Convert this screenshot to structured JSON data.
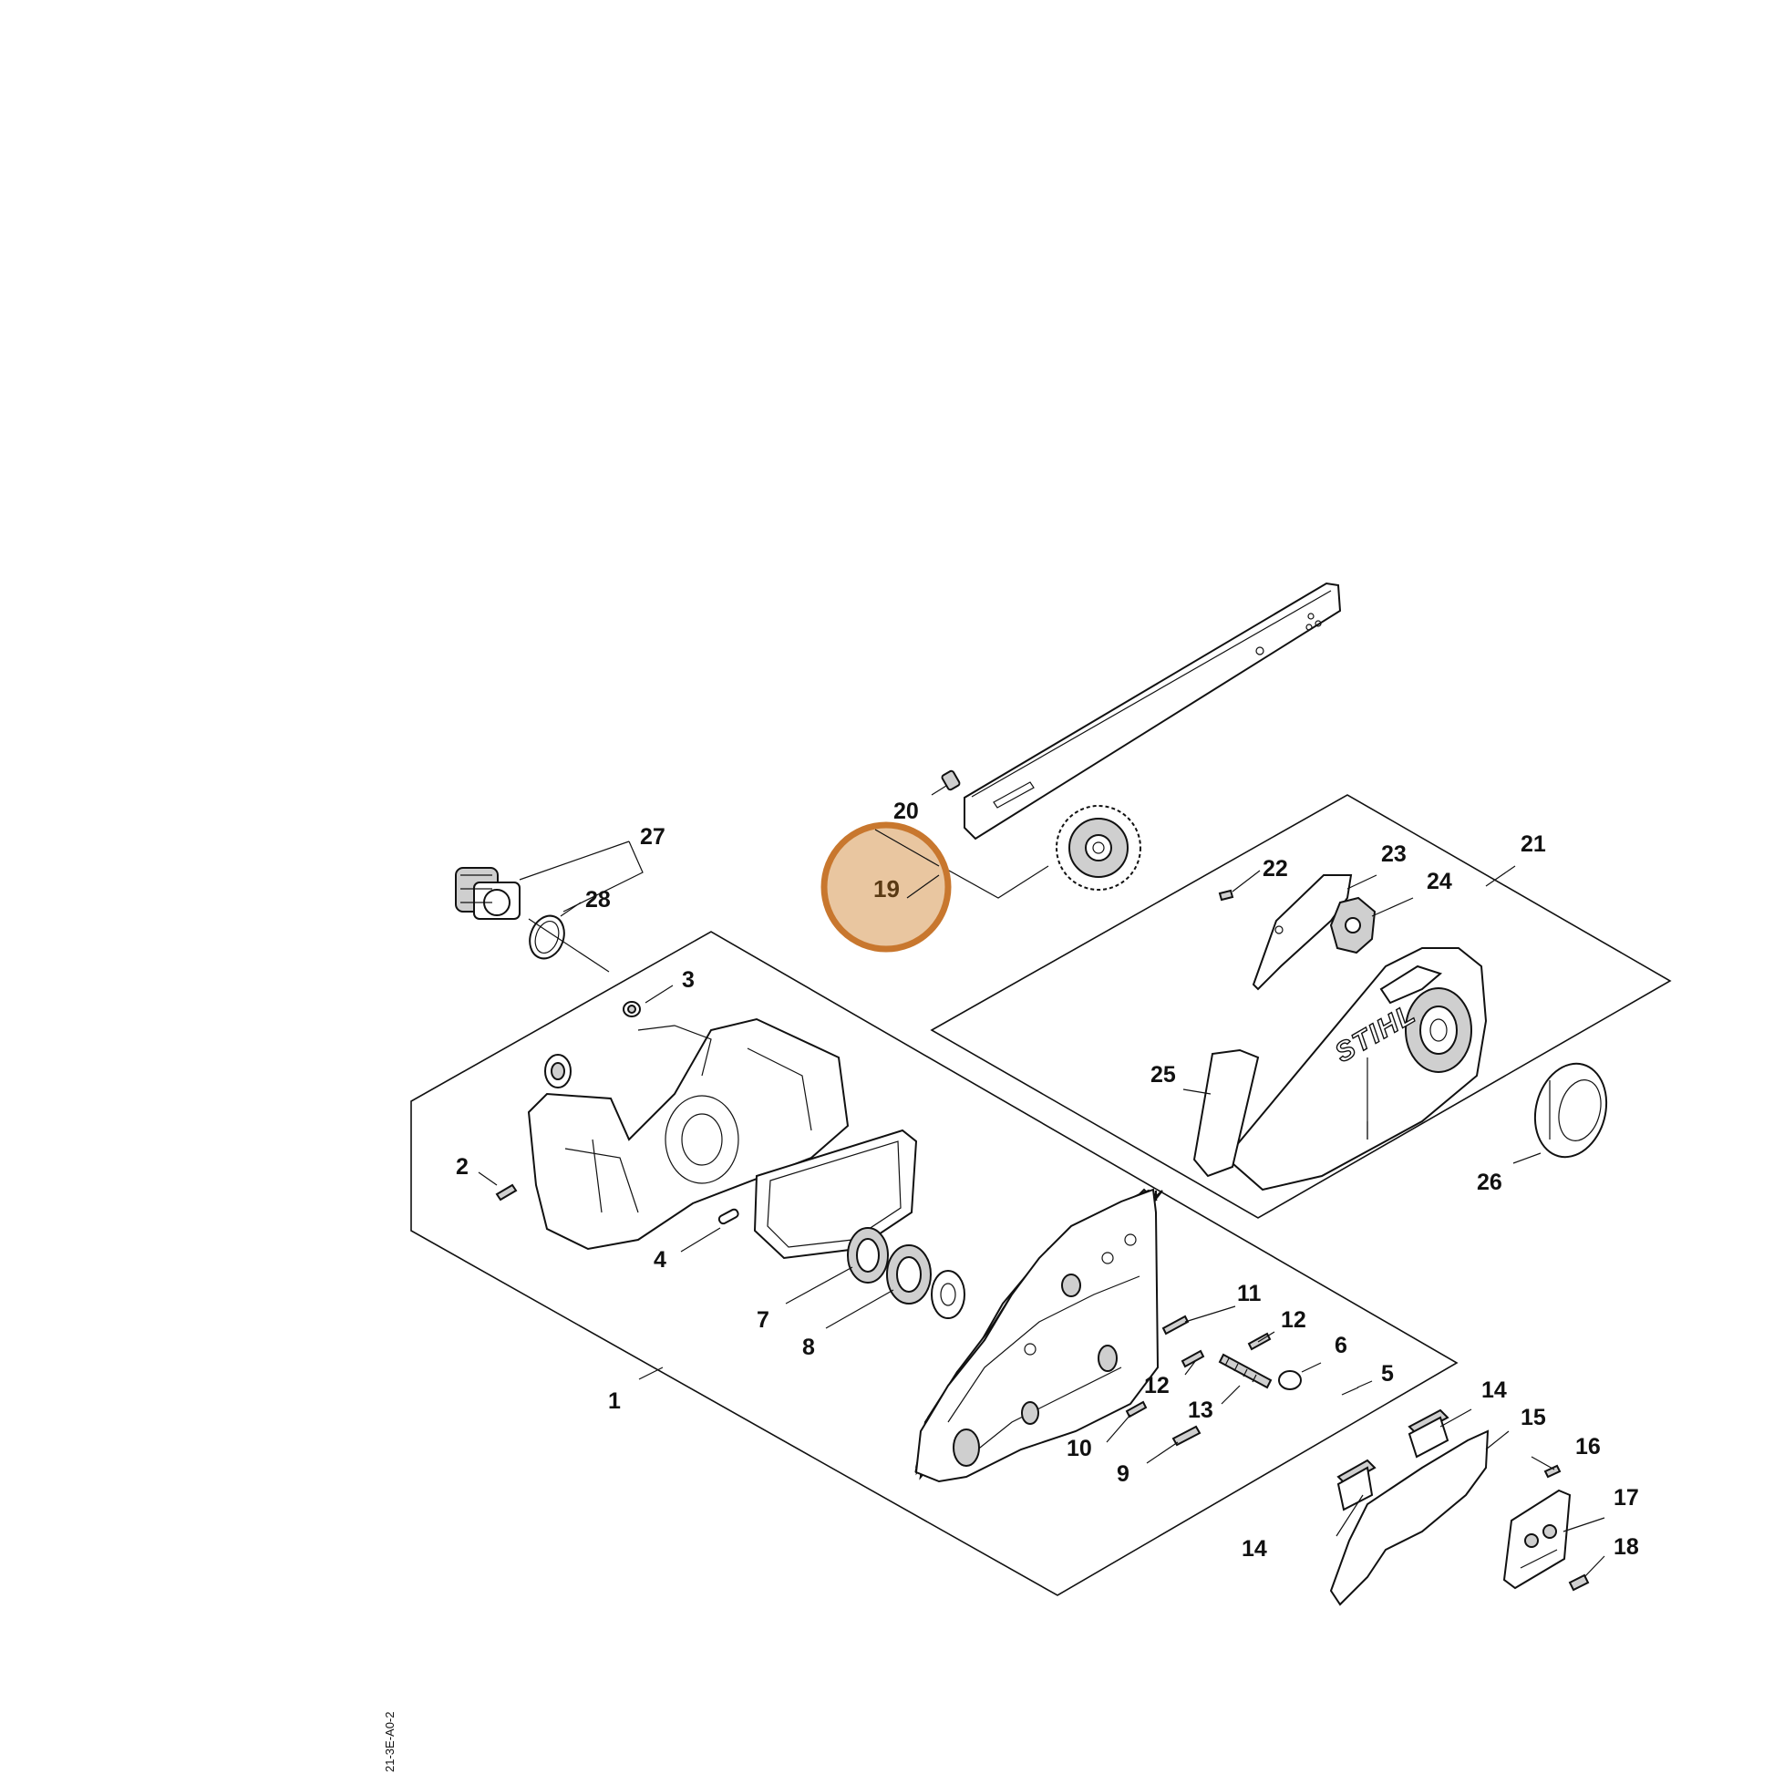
{
  "diagram": {
    "brand_logo_text": "STIHL",
    "drawing_id": "21-3E-A0-2",
    "highlight_color": "#c8772e",
    "highlight_fill": "#e9c6a0",
    "highlighted_part": "19",
    "callouts": [
      {
        "id": "1",
        "label": "1"
      },
      {
        "id": "2",
        "label": "2"
      },
      {
        "id": "3",
        "label": "3"
      },
      {
        "id": "4",
        "label": "4"
      },
      {
        "id": "5",
        "label": "5"
      },
      {
        "id": "6",
        "label": "6"
      },
      {
        "id": "7",
        "label": "7"
      },
      {
        "id": "8",
        "label": "8"
      },
      {
        "id": "9",
        "label": "9"
      },
      {
        "id": "10",
        "label": "10"
      },
      {
        "id": "11",
        "label": "11"
      },
      {
        "id": "12a",
        "label": "12"
      },
      {
        "id": "12b",
        "label": "12"
      },
      {
        "id": "13",
        "label": "13"
      },
      {
        "id": "14a",
        "label": "14"
      },
      {
        "id": "14b",
        "label": "14"
      },
      {
        "id": "15",
        "label": "15"
      },
      {
        "id": "16",
        "label": "16"
      },
      {
        "id": "17",
        "label": "17"
      },
      {
        "id": "18",
        "label": "18"
      },
      {
        "id": "19",
        "label": "19"
      },
      {
        "id": "20",
        "label": "20"
      },
      {
        "id": "21",
        "label": "21"
      },
      {
        "id": "22",
        "label": "22"
      },
      {
        "id": "23",
        "label": "23"
      },
      {
        "id": "24",
        "label": "24"
      },
      {
        "id": "25",
        "label": "25"
      },
      {
        "id": "26",
        "label": "26"
      },
      {
        "id": "27",
        "label": "27"
      },
      {
        "id": "28",
        "label": "28"
      }
    ]
  }
}
